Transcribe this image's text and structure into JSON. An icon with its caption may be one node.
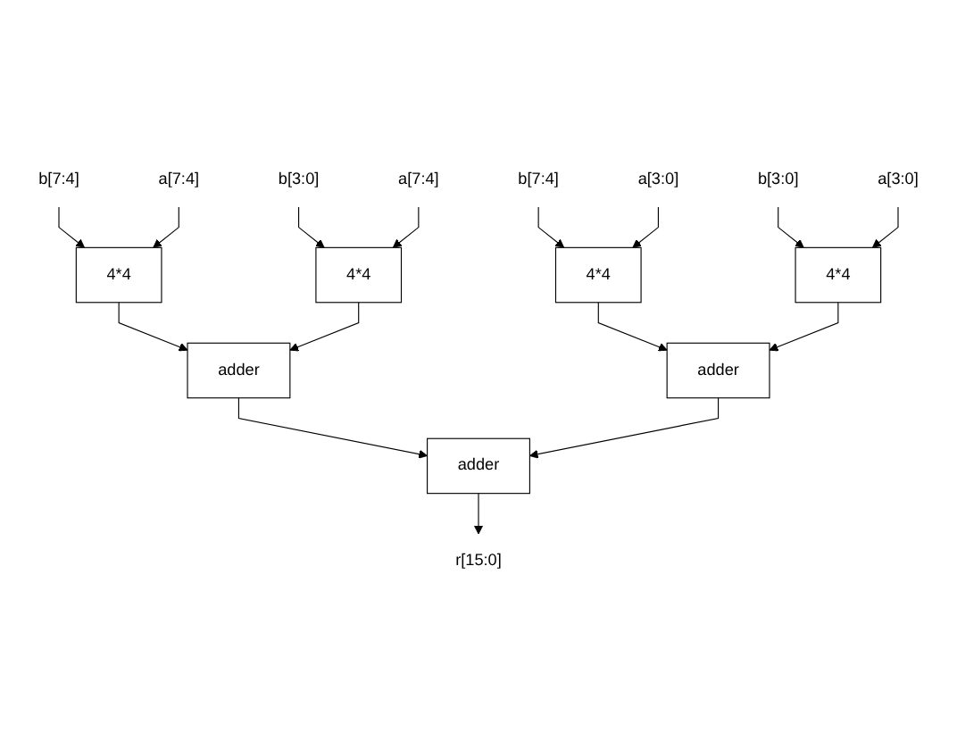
{
  "diagram": {
    "nodes": [
      {
        "text": [
          "b[7:4]"
        ]
      },
      {
        "text": [
          "a[7:4]"
        ]
      },
      {
        "text": [
          "b[3:0]"
        ]
      },
      {
        "text": [
          "a[7:4]"
        ]
      },
      {
        "text": [
          "b[7:4]"
        ]
      },
      {
        "text": [
          "a[3:0]"
        ]
      },
      {
        "text": [
          "b[3:0]"
        ]
      },
      {
        "text": [
          "a[3:0]"
        ]
      },
      {
        "text": [
          "4*4"
        ]
      },
      {
        "text": [
          "4*4"
        ]
      },
      {
        "text": [
          "4*4"
        ]
      },
      {
        "text": [
          "4*4"
        ]
      },
      {
        "text": [
          "adder"
        ]
      },
      {
        "text": [
          "adder"
        ]
      },
      {
        "text": [
          "adder"
        ]
      },
      {
        "text": [
          "r[15:0]"
        ]
      }
    ],
    "edges": [
      {
        "from": 0,
        "to": 8,
        "arrow": "to"
      },
      {
        "from": 1,
        "to": 8,
        "arrow": "to"
      },
      {
        "from": 2,
        "to": 9,
        "arrow": "to"
      },
      {
        "from": 3,
        "to": 9,
        "arrow": "to"
      },
      {
        "from": 4,
        "to": 10,
        "arrow": "to"
      },
      {
        "from": 5,
        "to": 10,
        "arrow": "to"
      },
      {
        "from": 6,
        "to": 11,
        "arrow": "to"
      },
      {
        "from": 7,
        "to": 11,
        "arrow": "to"
      },
      {
        "from": 8,
        "to": 12,
        "arrow": "to"
      },
      {
        "from": 9,
        "to": 12,
        "arrow": "to"
      },
      {
        "from": 10,
        "to": 13,
        "arrow": "to"
      },
      {
        "from": 11,
        "to": 13,
        "arrow": "to"
      },
      {
        "from": 12,
        "to": 14,
        "arrow": "to"
      },
      {
        "from": 13,
        "to": 14,
        "arrow": "to"
      },
      {
        "from": 14,
        "to": 15,
        "arrow": "to"
      }
    ]
  }
}
